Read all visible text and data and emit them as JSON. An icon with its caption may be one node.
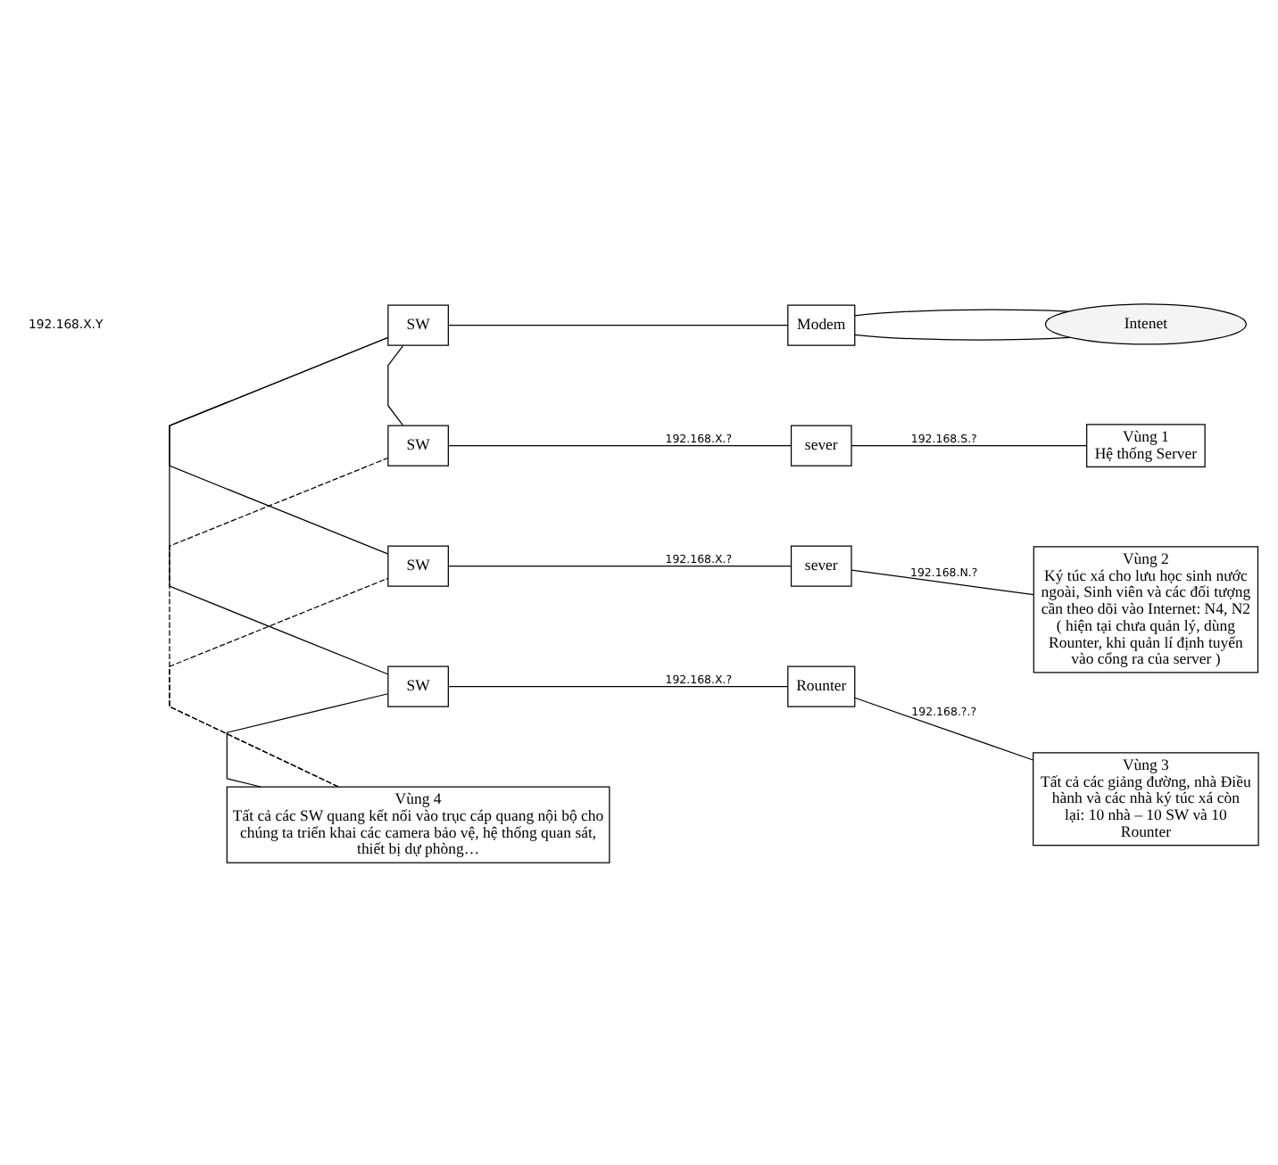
{
  "diagram": {
    "nodes": [
      {
        "text": [
          "SW"
        ]
      },
      {
        "text": [
          "Modem"
        ]
      },
      {
        "text": [
          "Intenet"
        ]
      },
      {
        "text": [
          "SW"
        ]
      },
      {
        "text": [
          "sever"
        ]
      },
      {
        "text": [
          "Vùng 1",
          "Hệ thống Server"
        ]
      },
      {
        "text": [
          "SW"
        ]
      },
      {
        "text": [
          "sever"
        ]
      },
      {
        "text": [
          "Vùng 2",
          "Ký túc xá cho lưu học sinh nước ngoài, Sinh viên và các đối tượng cần theo dõi vào Internet: N4, N2 ( hiện tại chưa quản lý, dùng Rounter, khi quản lí định tuyến vào cổng ra của server )"
        ]
      },
      {
        "text": [
          "SW"
        ]
      },
      {
        "text": [
          "Rounter"
        ]
      },
      {
        "text": [
          "Vùng 3",
          "Tất cả các giảng đường, nhà Điều hành và các nhà ký túc xá còn lại: 10 nhà – 10 SW và 10 Rounter"
        ]
      },
      {
        "text": [
          "Vùng 4",
          "Tất cả các SW quang kết nối vào trục cáp quang nội bộ cho chúng ta triển khai các camera bảo vệ, hệ thống quan sát, thiết bị dự phòng…"
        ]
      }
    ],
    "edges": [
      {
        "from": 0,
        "to": 1,
        "arrow": "none"
      },
      {
        "from": 1,
        "to": 2,
        "arrow": "none"
      },
      {
        "from": 1,
        "to": 2,
        "arrow": "none"
      },
      {
        "from": 0,
        "to": 3,
        "arrow": "none"
      },
      {
        "from": 0,
        "to": 6,
        "arrow": "none"
      },
      {
        "from": 0,
        "to": 9,
        "arrow": "none"
      },
      {
        "from": 3,
        "to": 4,
        "arrow": "none",
        "label": "192.168.X.?"
      },
      {
        "from": 4,
        "to": 5,
        "arrow": "none",
        "label": "192.168.S.?"
      },
      {
        "from": 6,
        "to": 7,
        "arrow": "none",
        "label": "192.168.X.?"
      },
      {
        "from": 7,
        "to": 8,
        "arrow": "none",
        "label": "192.168.N.?"
      },
      {
        "from": 9,
        "to": 10,
        "arrow": "none",
        "label": "192.168.X.?"
      },
      {
        "from": 10,
        "to": 11,
        "arrow": "none",
        "label": "192.168.?.?"
      },
      {
        "from": 12,
        "to": 3,
        "arrow": "none",
        "style": "dashed"
      },
      {
        "from": 12,
        "to": 6,
        "arrow": "none",
        "style": "dashed"
      },
      {
        "from": 12,
        "to": 9,
        "arrow": "none"
      }
    ],
    "labels": [
      "192.168.X.Y"
    ]
  }
}
